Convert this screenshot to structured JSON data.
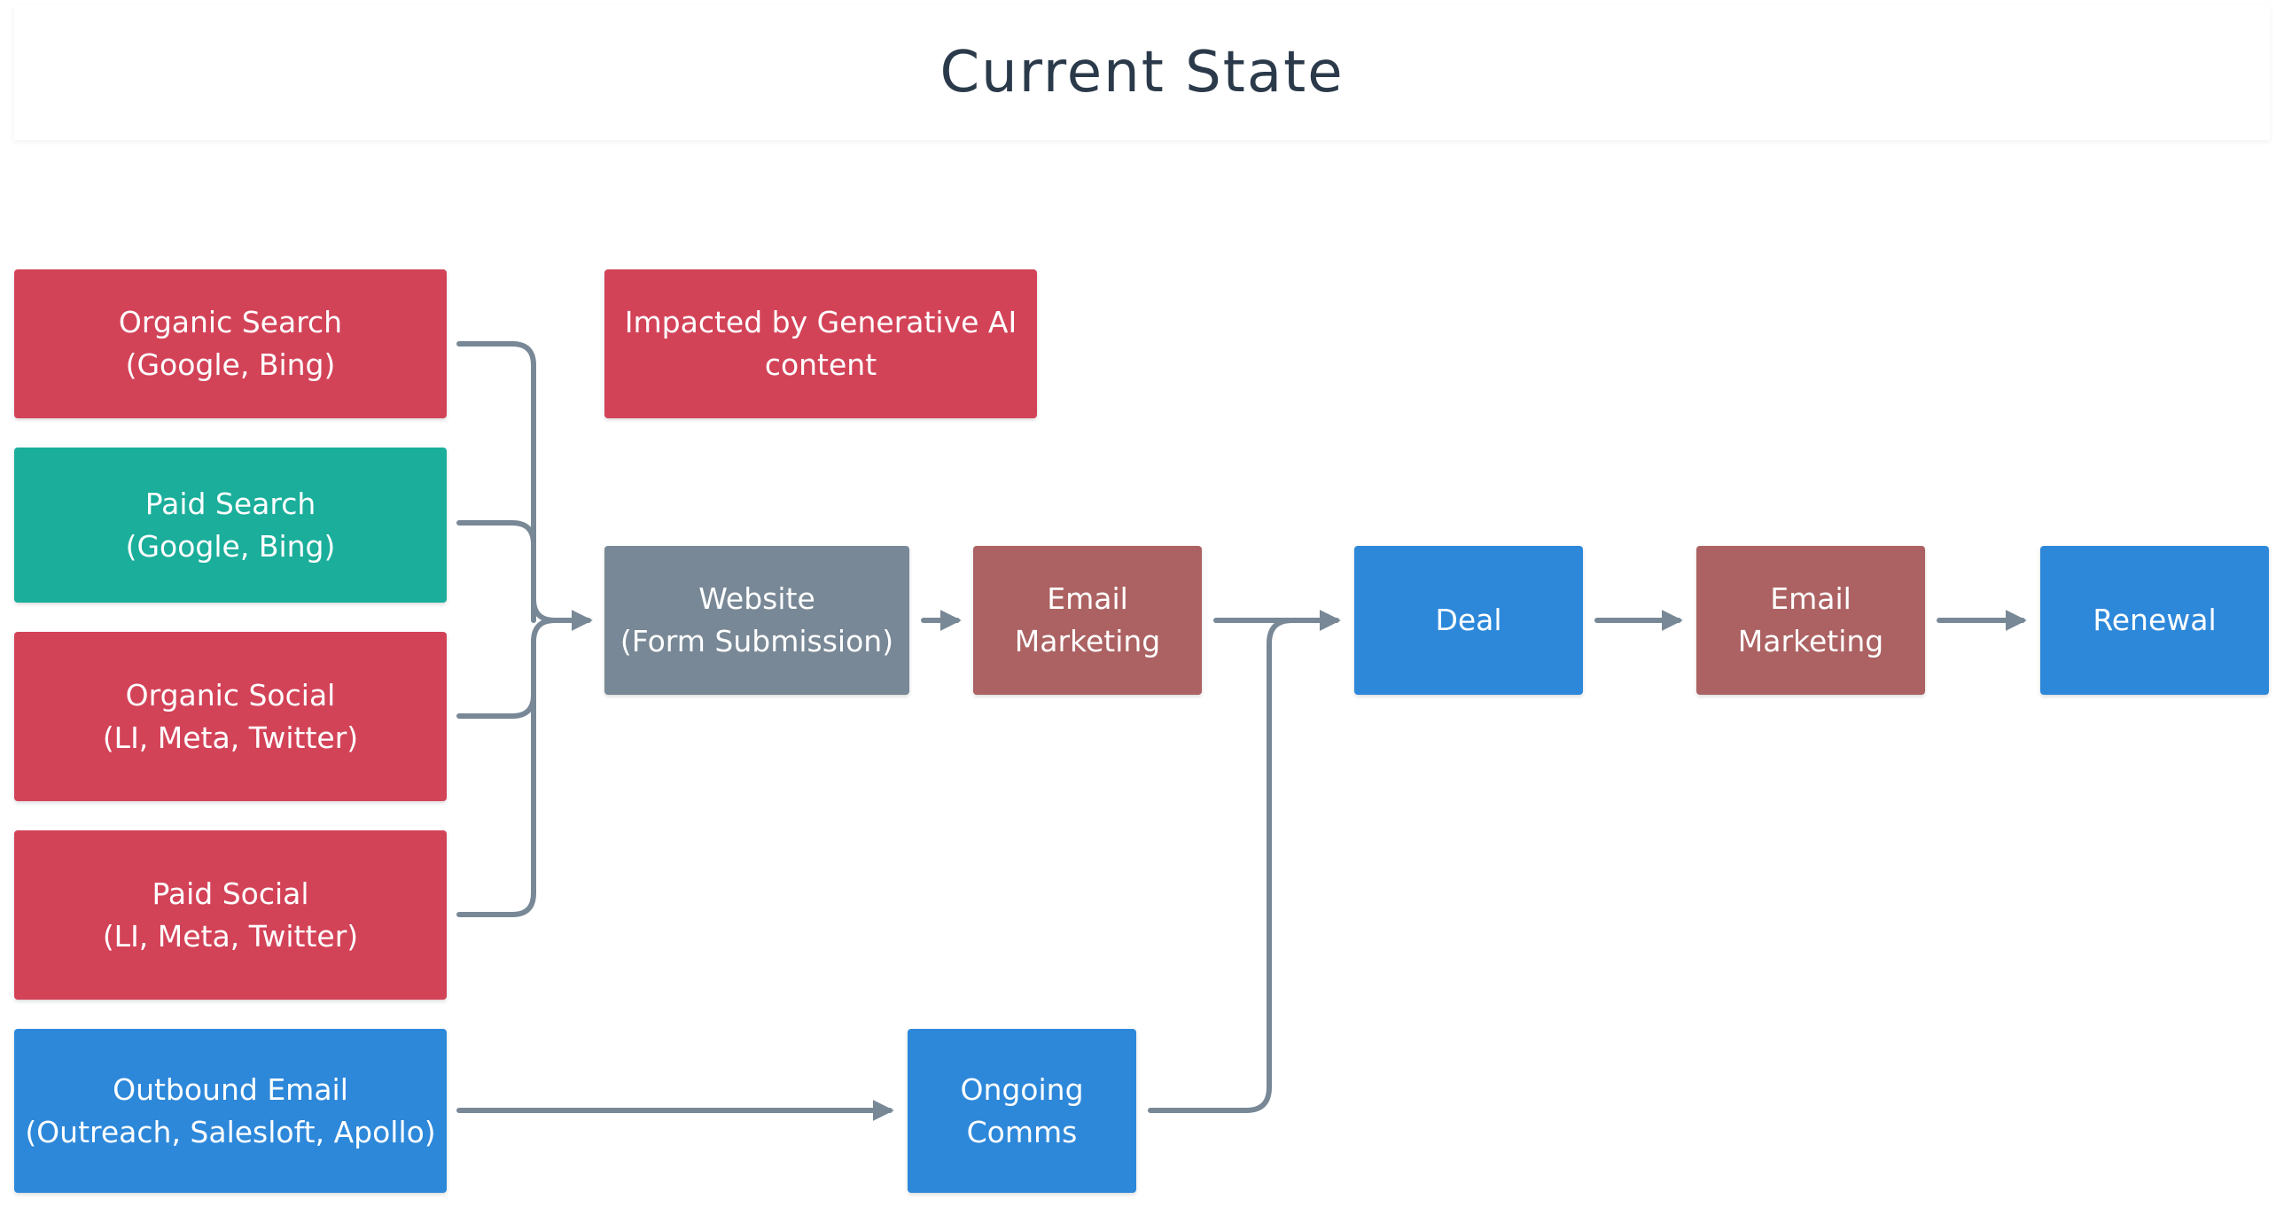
{
  "title": "Current State",
  "colors": {
    "red": "#d34358",
    "teal": "#1aae9b",
    "gray": "#788896",
    "brown": "#ac6262",
    "blue": "#2d88da",
    "connector": "#788896"
  },
  "nodes": {
    "organic_search": "Organic Search\n(Google, Bing)",
    "paid_search": "Paid Search\n(Google, Bing)",
    "organic_social": "Organic Social\n(LI, Meta, Twitter)",
    "paid_social": "Paid Social\n(LI, Meta, Twitter)",
    "outbound_email": "Outbound Email\n(Outreach, Salesloft, Apollo)",
    "legend_impacted": "Impacted by Generative AI\ncontent",
    "website": "Website\n(Form Submission)",
    "email_marketing_1": "Email\nMarketing",
    "ongoing_comms": "Ongoing\nComms",
    "deal": "Deal",
    "email_marketing_2": "Email\nMarketing",
    "renewal": "Renewal"
  },
  "connections": [
    {
      "from": "Organic Search",
      "to": "Website"
    },
    {
      "from": "Paid Search",
      "to": "Website"
    },
    {
      "from": "Organic Social",
      "to": "Website"
    },
    {
      "from": "Paid Social",
      "to": "Website"
    },
    {
      "from": "Website",
      "to": "Email Marketing"
    },
    {
      "from": "Email Marketing",
      "to": "Deal"
    },
    {
      "from": "Outbound Email",
      "to": "Ongoing Comms"
    },
    {
      "from": "Ongoing Comms",
      "to": "Deal"
    },
    {
      "from": "Deal",
      "to": "Email Marketing"
    },
    {
      "from": "Email Marketing",
      "to": "Renewal"
    }
  ]
}
